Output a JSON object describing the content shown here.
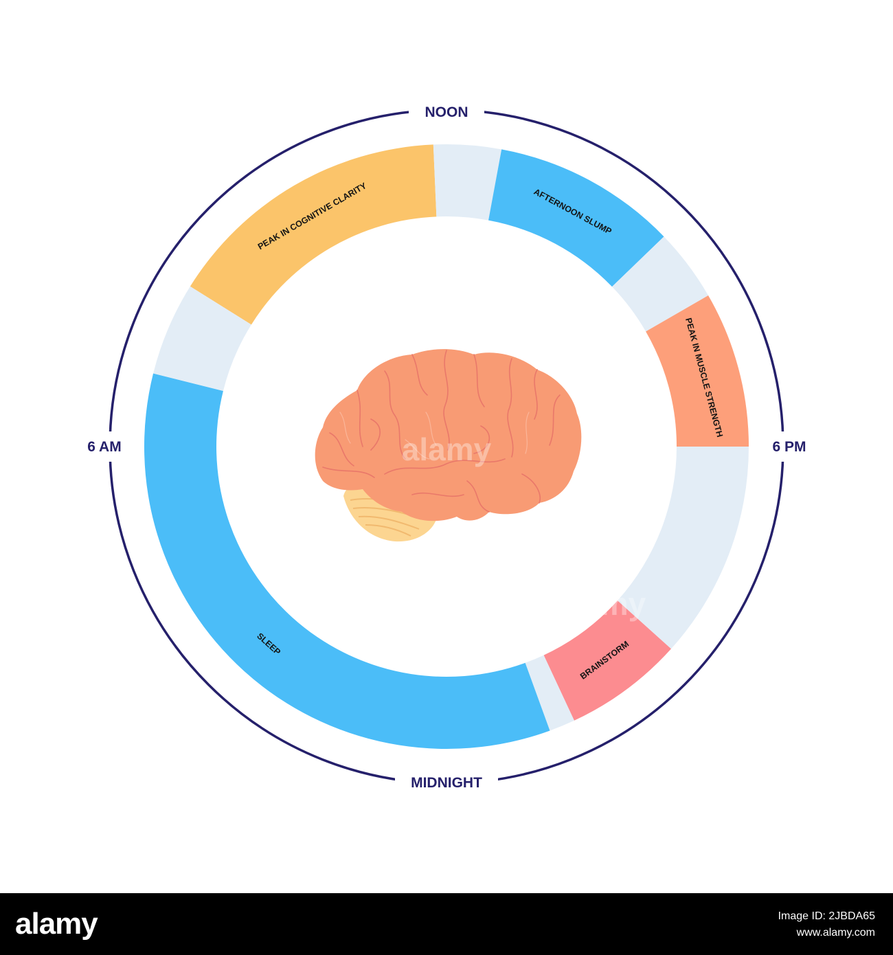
{
  "clock": {
    "top_label": "NOON",
    "left_label": "6 AM",
    "right_label": "6 PM",
    "bottom_label": "MIDNIGHT"
  },
  "segments": [
    {
      "label": "PEAK IN COGNITIVE CLARITY",
      "start_deg": 302,
      "end_deg": 357.5,
      "color": "#fbc46a"
    },
    {
      "label": "",
      "start_deg": 357.5,
      "end_deg": 10.5,
      "color": "#e3edf6"
    },
    {
      "label": "AFTERNOON SLUMP",
      "start_deg": 10.5,
      "end_deg": 46,
      "color": "#4bbdf8"
    },
    {
      "label": "",
      "start_deg": 46,
      "end_deg": 60,
      "color": "#e3edf6"
    },
    {
      "label": "PEAK IN MUSCLE STRENGTH",
      "start_deg": 60,
      "end_deg": 90,
      "color": "#fd9f7a"
    },
    {
      "label": "",
      "start_deg": 90,
      "end_deg": 132,
      "color": "#e3edf6"
    },
    {
      "label": "BRAINSTORM",
      "start_deg": 132,
      "end_deg": 155,
      "color": "#fc8c90"
    },
    {
      "label": "",
      "start_deg": 155,
      "end_deg": 160,
      "color": "#e3edf6"
    },
    {
      "label": "SLEEP",
      "start_deg": 160,
      "end_deg": 284,
      "color": "#4bbdf8"
    },
    {
      "label": "",
      "start_deg": 284,
      "end_deg": 302,
      "color": "#e3edf6"
    }
  ],
  "colors": {
    "outer_ring": "#25206b",
    "brain": "#f89b74",
    "brain_folds": "#e9786a",
    "cerebellum": "#fcd591"
  },
  "watermark": {
    "text": "alamy",
    "footer_logo": "alamy",
    "image_id": "Image ID: 2JBDA65",
    "site": "www.alamy.com"
  }
}
